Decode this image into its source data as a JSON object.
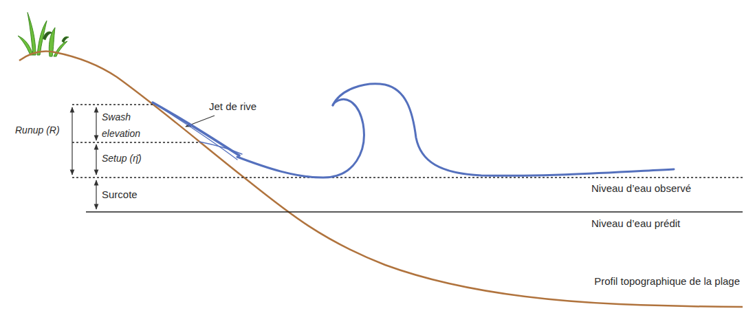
{
  "diagram": {
    "labels": [
      "Runup (R)",
      "Swash elevation",
      "Jet de rive",
      "Setup (η̄)",
      "Surcote",
      "Niveau d’eau observé",
      "Niveau d’eau prédit",
      "Profil topographique de la plage"
    ]
  }
}
